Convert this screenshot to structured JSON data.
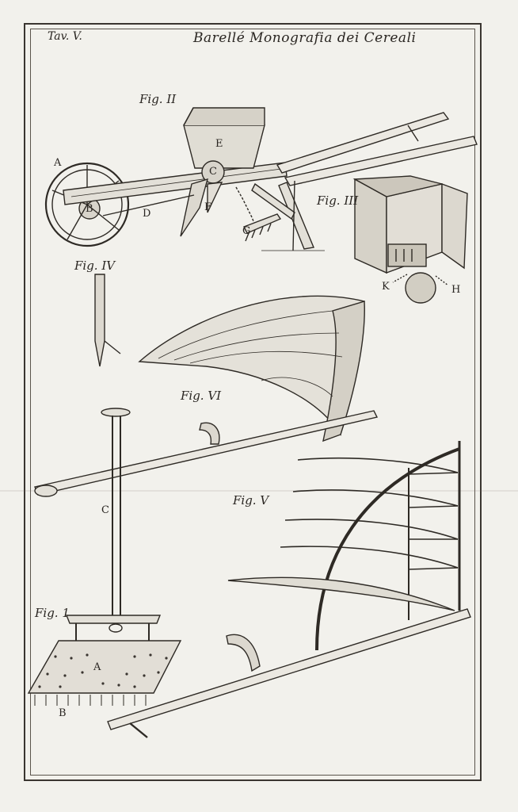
{
  "header": {
    "plate_number": "Tav. V.",
    "title": "Barellé Monografia dei Cereali"
  },
  "figures": {
    "fig2": "Fig. II",
    "fig3": "Fig. III",
    "fig4": "Fig. IV",
    "fig6": "Fig. VI",
    "fig5": "Fig. V",
    "fig1": "Fig. 1"
  },
  "letters": {
    "A2": "A",
    "B2": "B",
    "C2": "C",
    "D2": "D",
    "E2": "E",
    "F2": "F",
    "G2": "G",
    "K3": "K",
    "H3": "H",
    "C1": "C",
    "A1": "A",
    "B1": "B"
  }
}
